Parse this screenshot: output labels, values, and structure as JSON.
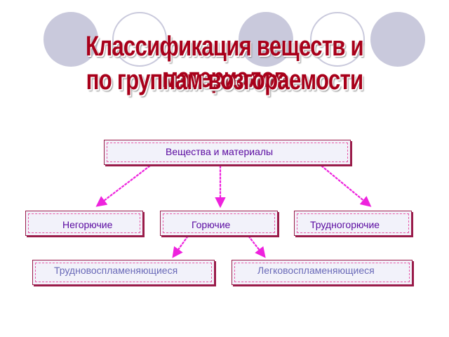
{
  "header": {
    "title_line1": "Классификация веществ и материалов",
    "title_line2": "по группам возгораемости"
  },
  "nodes": {
    "root": "Вещества и материалы",
    "noncombustible": "Негорючие",
    "combustible": "Горючие",
    "hardly_combustible": "Трудногорючие",
    "hardly_flammable": "Трудновоспламеняющиеся",
    "easily_flammable": "Легковоспламеняющиеся"
  },
  "colors": {
    "title": "#a8001a",
    "arrow": "#ee22dd",
    "box_border": "#9a1c4a",
    "box_dash": "#e95aa8",
    "text_primary": "#5a0aa0",
    "text_secondary": "#6a6ab8",
    "decor_circle": "#c9c9dc"
  }
}
